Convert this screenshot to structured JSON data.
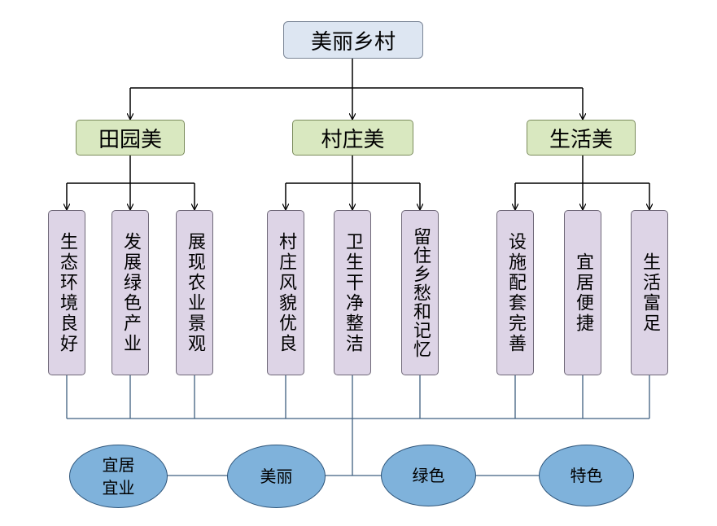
{
  "root": {
    "label": "美丽乡村"
  },
  "categories": [
    {
      "label": "田园美",
      "items": [
        "生态环境良好",
        "发展绿色产业",
        "展现农业景观"
      ]
    },
    {
      "label": "村庄美",
      "items": [
        "村庄风貌优良",
        "卫生干净整洁",
        "留住乡愁和记忆"
      ]
    },
    {
      "label": "生活美",
      "items": [
        "设施配套完善",
        "宜居便捷",
        "生活富足"
      ]
    }
  ],
  "goals": [
    "宜居\n宜业",
    "美丽",
    "绿色",
    "特色"
  ],
  "colors": {
    "root_fill": "#dde6f2",
    "category_fill": "#d9e8c0",
    "leaf_fill": "#ddd4e6",
    "goal_fill": "#7fb2db",
    "connector": "#000000",
    "bottom_line": "#3f5f80"
  }
}
